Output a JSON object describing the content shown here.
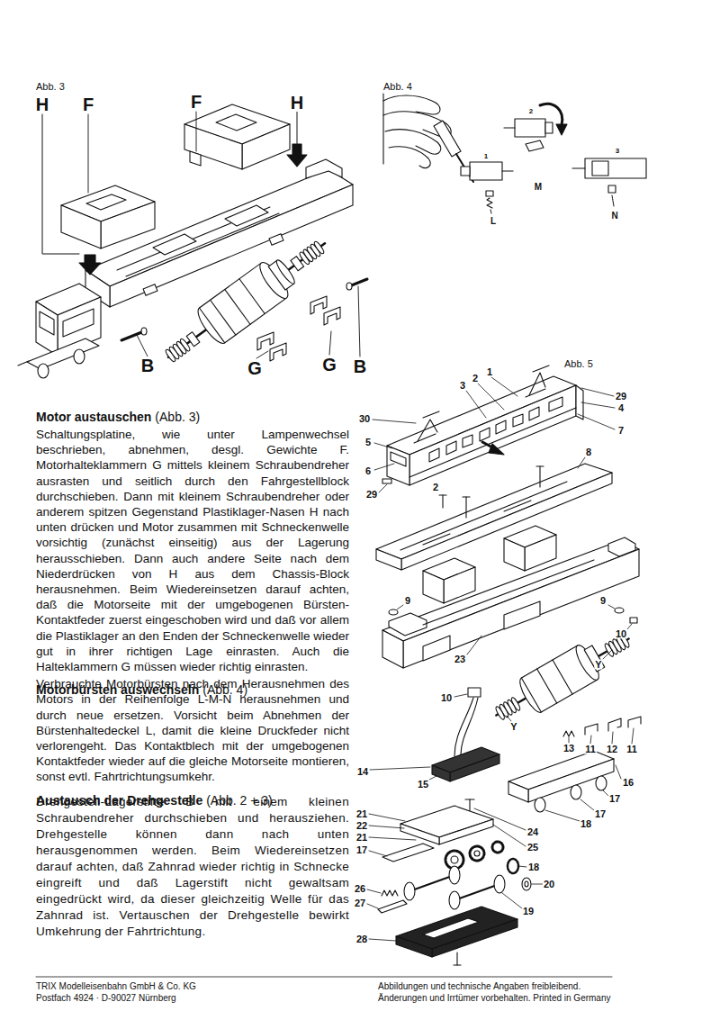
{
  "diagram": {
    "labels": [
      "Abb. 3",
      "H",
      "F",
      "F",
      "H",
      "B",
      "G",
      "G",
      "B",
      "Abb. 4",
      "1",
      "2",
      "3",
      "M",
      "L",
      "N",
      "Abb. 5",
      "1",
      "2",
      "3",
      "29",
      "4",
      "30",
      "5",
      "7",
      "6",
      "29",
      "2",
      "8",
      "9",
      "9",
      "10",
      "23",
      "10",
      "Y",
      "Y",
      "13",
      "11",
      "12",
      "11",
      "14",
      "15",
      "16",
      "17",
      "17",
      "18",
      "21",
      "22",
      "21",
      "17",
      "24",
      "25",
      "18",
      "26",
      "27",
      "20",
      "19",
      "28",
      "Motor austauschen",
      "(Abb. 3)",
      "Schaltungsplatine, wie unter Lampenwechsel beschrieben, abnehmen, desgl. Gewichte F. Motorhalteklammern G mittels kleinem Schraubendreher ausrasten und seitlich durch den Fahrgestellblock durchschieben. Dann mit kleinem Schraubendreher oder anderem spitzen Gegenstand Plastiklager-Nasen H nach unten drücken und Motor zusammen mit Schneckenwelle vorsichtig (zunächst einseitig) aus der Lagerung herausschieben. Dann auch andere Seite nach dem Niederdrücken von H aus dem Chassis-Block herausnehmen. Beim Wiedereinsetzen darauf achten, daß die Motorseite mit der umgebogenen Bürsten-Kontaktfeder zuerst eingeschoben wird und daß vor allem die Plastiklager an den Enden der Schneckenwelle wieder gut in ihrer richtigen Lage einrasten. Auch die Halteklammern G müssen wieder richtig einrasten.",
      "Motorbürsten auswechseln",
      "(Abb. 4)",
      "Verbrauchte Motorbürsten nach dem Herausnehmen des Motors in der Reihenfolge L-M-N herausnehmen und durch neue ersetzen. Vorsicht beim Abnehmen der Bürstenhaltedeckel L, damit die kleine Druckfeder nicht verlorengeht. Das Kontaktblech mit der umgebogenen Kontaktfeder wieder auf die gleiche Motorseite montieren, sonst evtl. Fahrtrichtungsumkehr.",
      "Austausch der Drehgestelle",
      "(Abb. 2 + 3)",
      "Drehgestell-Lagerstifte B mit einem kleinen Schraubendreher durchschieben und herausziehen. Drehgestelle können dann nach unten herausgenommen werden. Beim Wiedereinsetzen darauf achten, daß Zahnrad wieder richtig in Schnecke eingreift und daß Lagerstift nicht gewaltsam eingedrückt wird, da dieser gleichzeitig Welle für das Zahnrad ist. Vertauschen der Drehgestelle bewirkt Umkehrung der Fahrtrichtung.",
      "TRIX Modelleisenbahn GmbH & Co. KG",
      "Postfach 4924 · D-90027 Nürnberg",
      "Abbildungen und technische Angaben freibleibend.",
      "Änderungen und Irrtümer vorbehalten. Printed in Germany"
    ]
  }
}
